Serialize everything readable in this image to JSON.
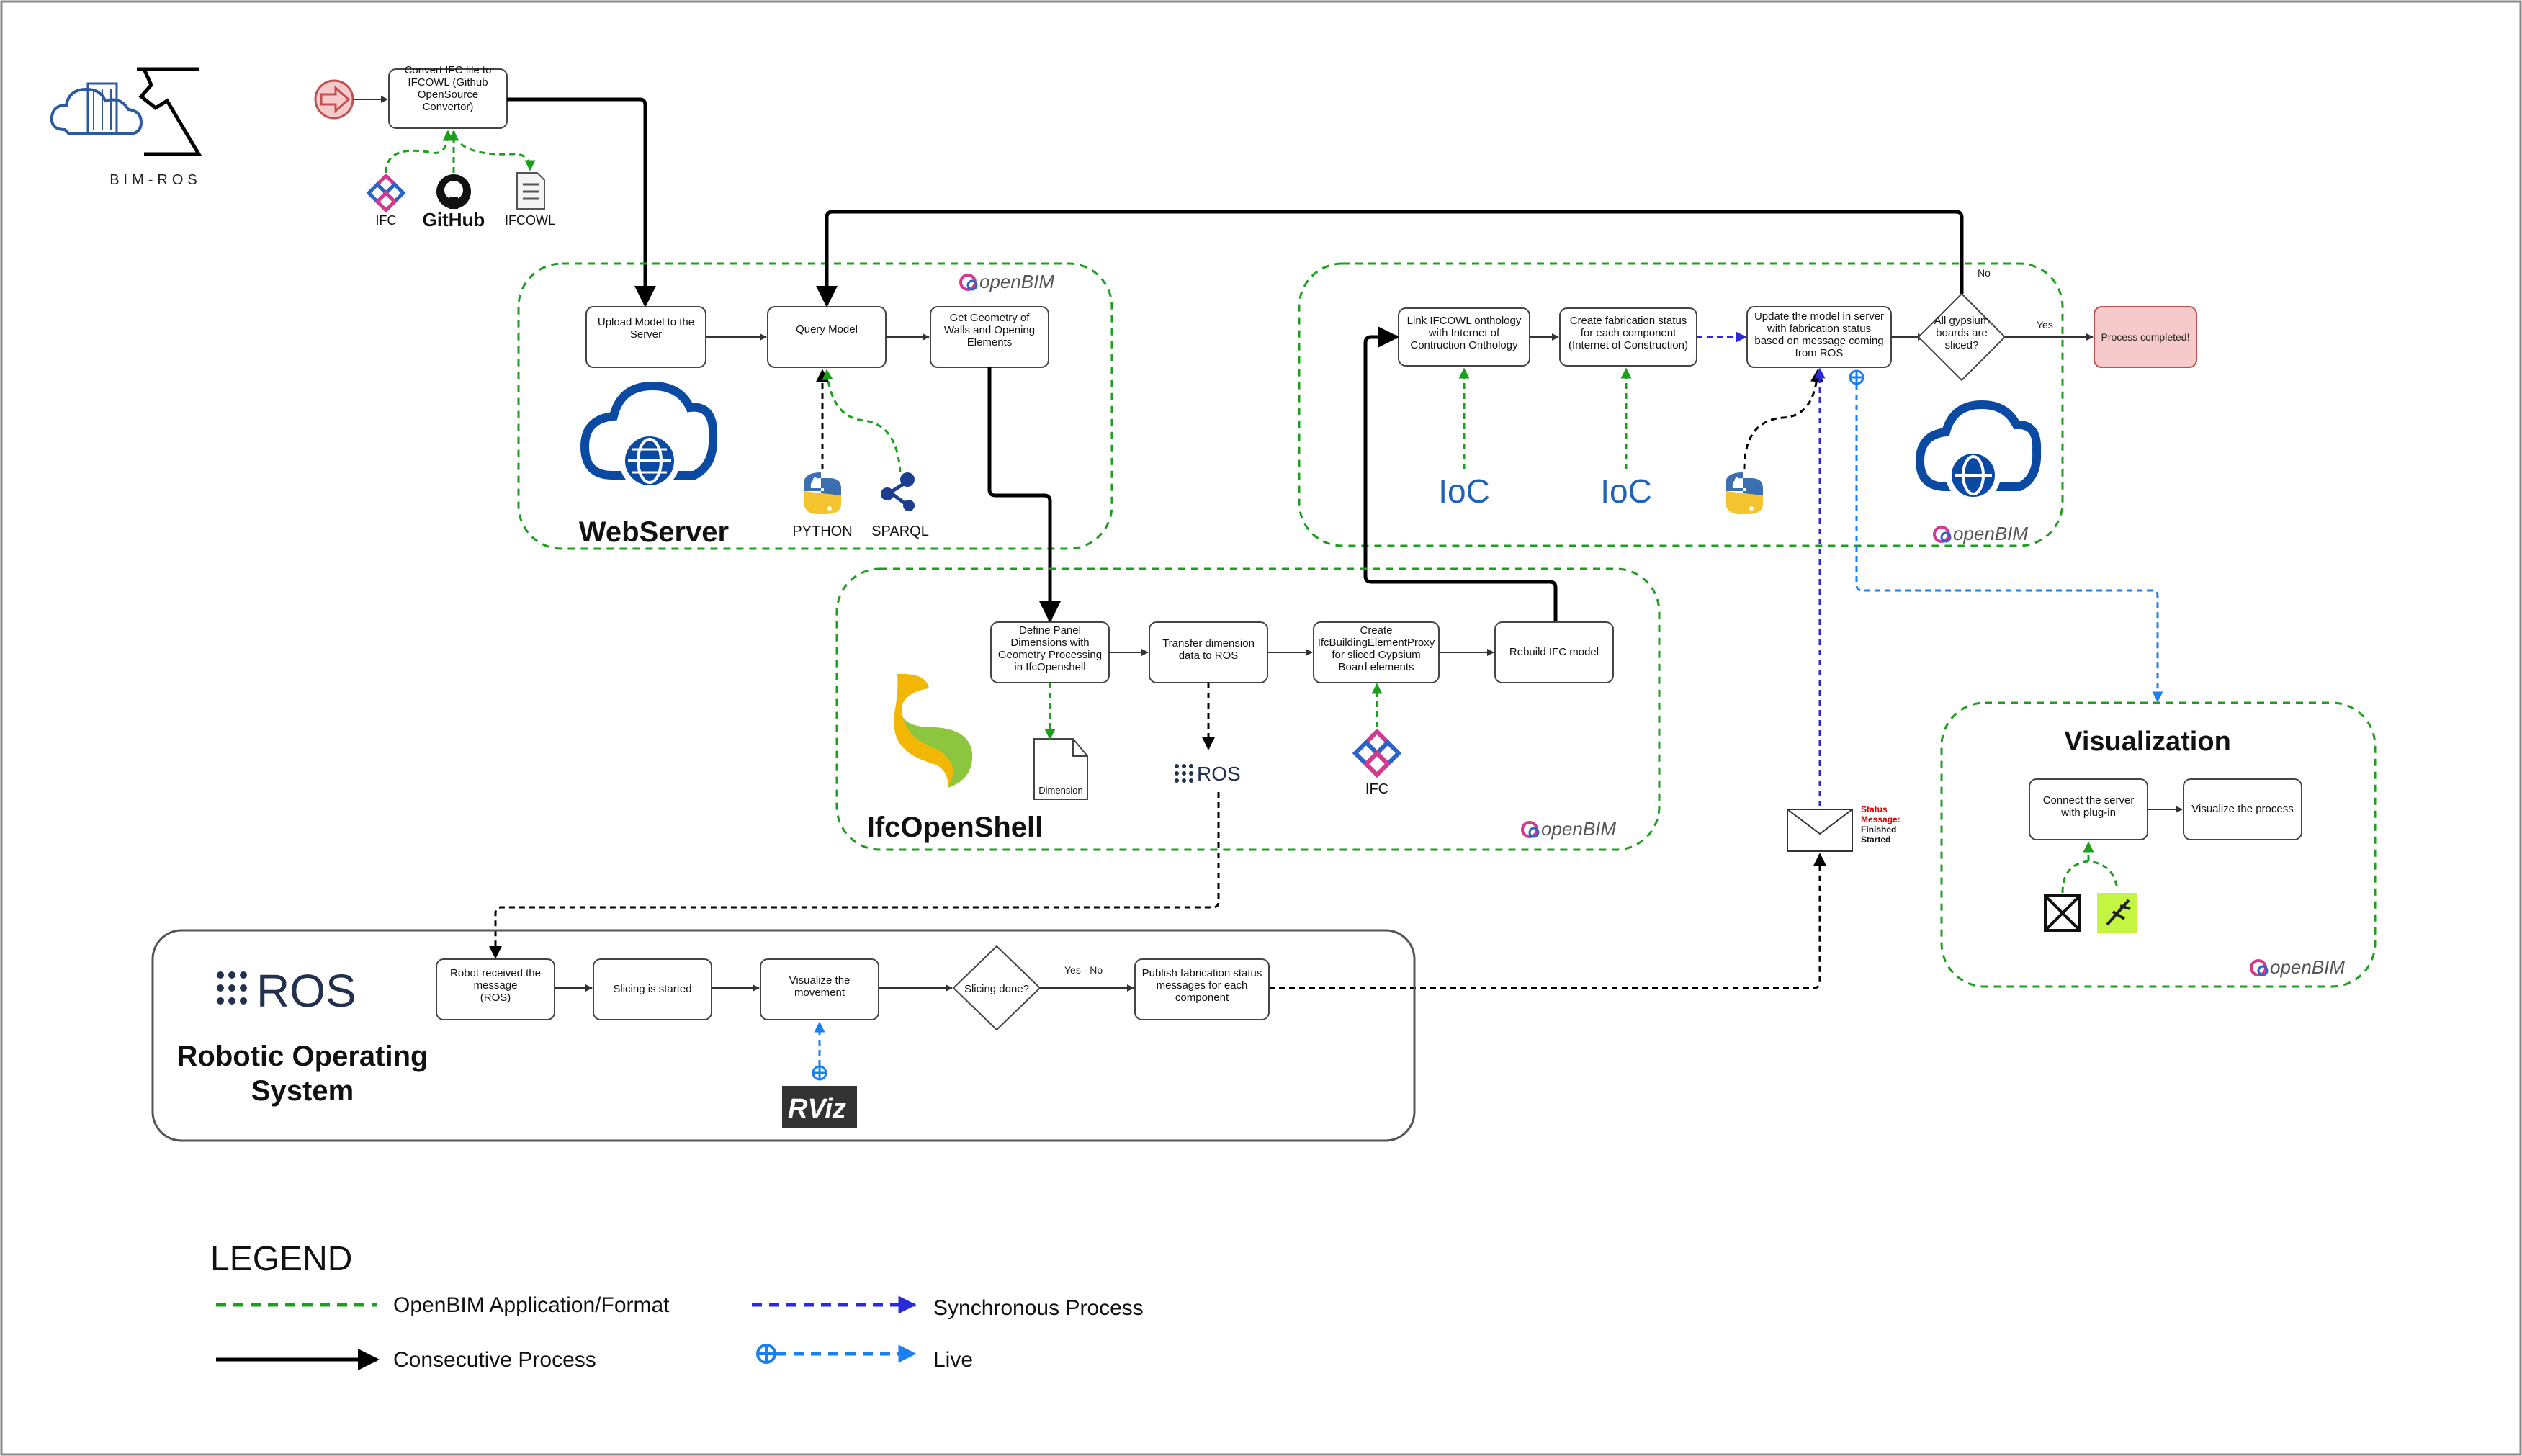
{
  "logo": {
    "text": "BIM-ROS"
  },
  "convert": {
    "label": [
      "Convert IFC file to",
      "IFCOWL (Github",
      "OpenSource",
      "Convertor)"
    ]
  },
  "inputs": {
    "ifc": "IFC",
    "github": "GitHub",
    "ifcowl": "IFCOWL"
  },
  "webserver": {
    "title": "WebServer",
    "upload": [
      "Upload Model to the",
      "Server"
    ],
    "query": [
      "Query Model"
    ],
    "geometry": [
      "Get Geometry of",
      "Walls and Opening",
      "Elements"
    ],
    "python": "PYTHON",
    "sparql": "SPARQL"
  },
  "openbim": "openBIM",
  "ioc_section": {
    "link": [
      "Link IFCOWL onthology",
      "with Internet of",
      "Contruction Onthology"
    ],
    "create": [
      "Create fabrication status",
      "for each component",
      "(Internet of Construction)"
    ],
    "update": [
      "Update the model in server",
      "with fabrication status",
      "based on message coming",
      "from ROS"
    ],
    "decision": [
      "All gypsium",
      "boards are",
      "sliced?"
    ],
    "no": "No",
    "yes": "Yes",
    "completed": "Process completed!",
    "ioc": "IoC"
  },
  "ifcopenshell": {
    "title": "IfcOpenShell",
    "define": [
      "Define Panel",
      "Dimensions with",
      "Geometry Processing",
      "in IfcOpenshell"
    ],
    "transfer": [
      "Transfer dimension",
      "data to ROS"
    ],
    "createproxy": [
      "Create",
      "IfcBuildingElementProxy",
      "for sliced Gypsium",
      "Board elements"
    ],
    "rebuild": [
      "Rebuild IFC model"
    ],
    "dimension": "Dimension",
    "ros": "ROS",
    "ifc": "IFC"
  },
  "status": {
    "title": "Status",
    "message": "Message:",
    "finished": "Finished",
    "started": "Started"
  },
  "visualization": {
    "title": "Visualization",
    "connect": [
      "Connect the server",
      "with plug-in"
    ],
    "visualize": [
      "Visualize the process"
    ]
  },
  "ros_section": {
    "logo": "ROS",
    "title": [
      "Robotic Operating",
      "System"
    ],
    "received": [
      "Robot received the",
      "message",
      "(ROS)"
    ],
    "slicing": [
      "Slicing is started"
    ],
    "movement": [
      "Visualize the",
      "movement"
    ],
    "done": [
      "Slicing done?"
    ],
    "yesno": "Yes - No",
    "publish": [
      "Publish fabrication status",
      "messages for each",
      "component"
    ],
    "rviz": "RViz"
  },
  "legend": {
    "title": "LEGEND",
    "openbim": "OpenBIM Application/Format",
    "consecutive": "Consecutive Process",
    "synchronous": "Synchronous Process",
    "live": "Live"
  },
  "colors": {
    "green": "#1e9e1e",
    "blue": "#2a2ad8",
    "lightblue": "#1a7ff0",
    "black": "#000000",
    "cloud": "#0b4aa2",
    "completed_fill": "#f6caca",
    "completed_stroke": "#c05050"
  }
}
